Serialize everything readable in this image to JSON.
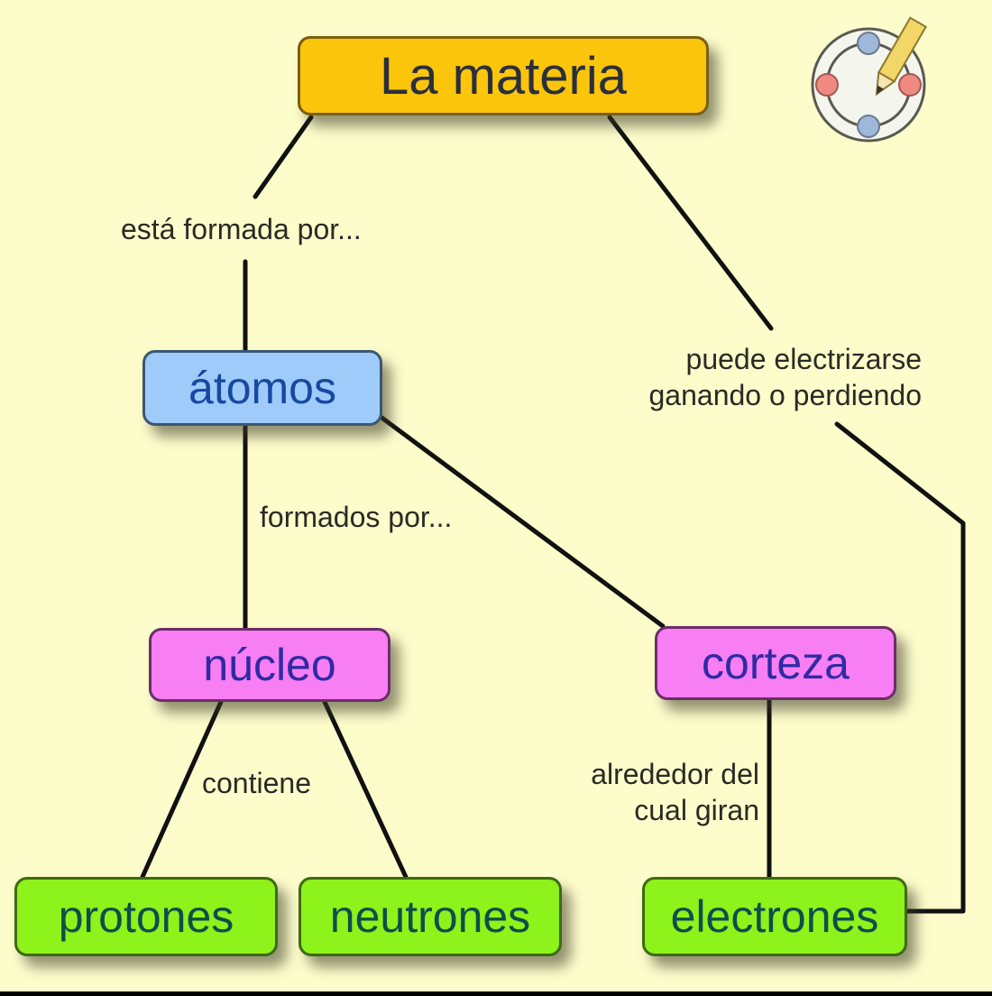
{
  "diagram": {
    "type": "concept-map",
    "background_color": "#fdfccb",
    "logo_icon": "concept-map-pencil-logo",
    "nodes": {
      "materia": {
        "label": "La materia",
        "color": "#fbc50b"
      },
      "atomos": {
        "label": "átomos",
        "color": "#9fcbfb"
      },
      "nucleo": {
        "label": "núcleo",
        "color": "#f77ef3"
      },
      "corteza": {
        "label": "corteza",
        "color": "#f77ef3"
      },
      "protones": {
        "label": "protones",
        "color": "#8ef21b"
      },
      "neutrones": {
        "label": "neutrones",
        "color": "#8ef21b"
      },
      "electrones": {
        "label": "electrones",
        "color": "#8ef21b"
      }
    },
    "links": {
      "formada": {
        "text": "está formada por...",
        "from": "La materia",
        "to": "átomos"
      },
      "electrizarse": {
        "line1": "puede electrizarse",
        "line2": "ganando o perdiendo",
        "from": "La materia",
        "to": "electrones"
      },
      "formados": {
        "text": "formados por...",
        "from": "átomos",
        "to": [
          "núcleo",
          "corteza"
        ]
      },
      "contiene": {
        "text": "contiene",
        "from": "núcleo",
        "to": [
          "protones",
          "neutrones"
        ]
      },
      "alrededor": {
        "line1": "alrededor del",
        "line2": "cual giran",
        "from": "corteza",
        "to": "electrones"
      }
    }
  }
}
